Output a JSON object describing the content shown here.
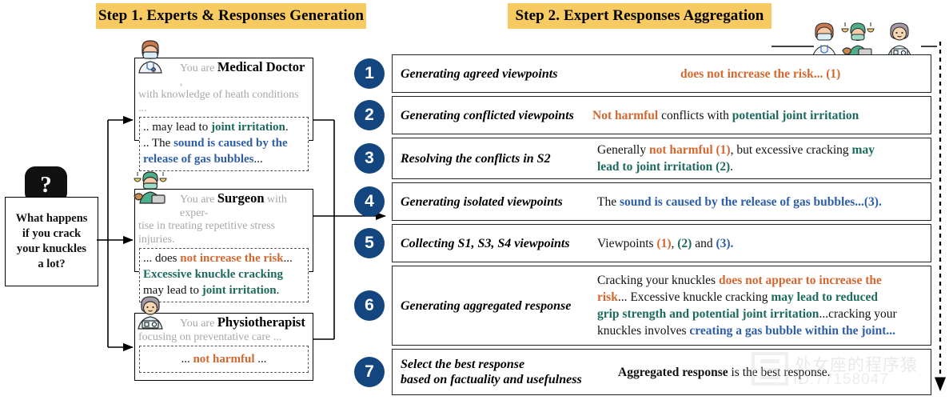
{
  "banners": {
    "step1": "Step 1. Experts & Responses Generation",
    "step2": "Step 2. Expert Responses Aggregation",
    "color": "#F7CB62"
  },
  "question": {
    "icon": "question-mark",
    "lines": [
      "What happens",
      "if you crack",
      "your knuckles",
      "a lot?"
    ],
    "text": "What happens if you crack your knuckles a lot?"
  },
  "colors": {
    "orange": "#D2682F",
    "green": "#1D6B5C",
    "blue": "#2E5EA8",
    "navy": "#13457F",
    "banner_yellow": "#F7CB62",
    "persona_gray": "#A8A8A8"
  },
  "experts": [
    {
      "avatar": "doctor-avatar",
      "persona_prefix": "You are ",
      "persona_name": "Medical Doctor",
      "persona_suffix": " ,",
      "persona_desc": "with knowledge of heath conditions ...",
      "answer_runs": [
        [
          {
            "t": ".. may lead to ",
            "c": "bk"
          },
          {
            "t": "joint irritation",
            "c": "gr"
          },
          {
            "t": ".",
            "c": "bk"
          }
        ],
        [
          {
            "t": ".. The ",
            "c": "bk"
          },
          {
            "t": "sound is caused by the",
            "c": "bl"
          }
        ],
        [
          {
            "t": "release of gas bubbles",
            "c": "bl"
          },
          {
            "t": "...",
            "c": "bk"
          }
        ]
      ]
    },
    {
      "avatar": "surgeon-avatar",
      "persona_prefix": "You are ",
      "persona_name": "Surgeon",
      "persona_suffix": " with exper-",
      "persona_desc": "tise in treating repetitive stress injuries.",
      "answer_runs": [
        [
          {
            "t": "... does ",
            "c": "bk"
          },
          {
            "t": "not increase the risk",
            "c": "or"
          },
          {
            "t": "...",
            "c": "bk"
          }
        ],
        [
          {
            "t": "Excessive knuckle cracking",
            "c": "gr"
          }
        ],
        [
          {
            "t": "may lead to ",
            "c": "bk"
          },
          {
            "t": "joint irritation",
            "c": "gr"
          },
          {
            "t": ".",
            "c": "bk"
          }
        ]
      ]
    },
    {
      "avatar": "physiotherapist-avatar",
      "persona_prefix": "You are ",
      "persona_name": "Physiotherapist",
      "persona_suffix": "",
      "persona_desc": "focusing on preventative care ...",
      "answer_runs": [
        [
          {
            "t": "... ",
            "c": "bk"
          },
          {
            "t": "not harmful",
            "c": "or"
          },
          {
            "t": " ...",
            "c": "bk"
          }
        ]
      ]
    }
  ],
  "steps": [
    {
      "num": "1",
      "label": "Generating agreed viewpoints",
      "content_runs": [
        [
          {
            "t": "does not increase the risk... (1)",
            "c": "or"
          }
        ]
      ],
      "content_indent": "110px"
    },
    {
      "num": "2",
      "label": "Generating conflicted viewpoints",
      "content_runs": [
        [
          {
            "t": "Not harmful",
            "c": "or"
          },
          {
            "t": " conflicts with ",
            "c": "bk"
          },
          {
            "t": "potential joint irritation",
            "c": "gr"
          }
        ]
      ],
      "content_indent": "0px"
    },
    {
      "num": "3",
      "label": "Resolving the conflicts in S2",
      "content_runs": [
        [
          {
            "t": "Generally ",
            "c": "bk"
          },
          {
            "t": "not harmful (1)",
            "c": "or"
          },
          {
            "t": ", but excessive cracking ",
            "c": "bk"
          },
          {
            "t": "may",
            "c": "gr"
          }
        ],
        [
          {
            "t": "lead to joint irritation (2)",
            "c": "gr"
          },
          {
            "t": ".",
            "c": "bk"
          }
        ]
      ],
      "content_indent": "6px"
    },
    {
      "num": "4",
      "label": "Generating isolated viewpoints",
      "content_runs": [
        [
          {
            "t": "The ",
            "c": "bk"
          },
          {
            "t": "sound is caused by the release of gas bubbles...(3).",
            "c": "bl"
          }
        ]
      ],
      "content_indent": "6px"
    },
    {
      "num": "5",
      "label": "Collecting S1, S3, S4 viewpoints",
      "content_runs": [
        [
          {
            "t": "Viewpoints ",
            "c": "bk"
          },
          {
            "t": "(1)",
            "c": "or"
          },
          {
            "t": ", ",
            "c": "bk"
          },
          {
            "t": "(2)",
            "c": "gr"
          },
          {
            "t": " and ",
            "c": "bk"
          },
          {
            "t": "(3).",
            "c": "bl"
          }
        ]
      ],
      "content_indent": "6px"
    },
    {
      "num": "6",
      "label": "Generating aggregated response",
      "content_runs": [
        [
          {
            "t": "Cracking your knuckles ",
            "c": "bk"
          },
          {
            "t": "does not appear to increase the",
            "c": "or"
          }
        ],
        [
          {
            "t": "risk",
            "c": "or"
          },
          {
            "t": "... Excessive knuckle cracking ",
            "c": "bk"
          },
          {
            "t": "may lead to reduced",
            "c": "gr"
          }
        ],
        [
          {
            "t": "grip strength and potential joint irritation",
            "c": "gr"
          },
          {
            "t": "...cracking your",
            "c": "bk"
          }
        ],
        [
          {
            "t": "knuckles involves ",
            "c": "bk"
          },
          {
            "t": "creating a gas bubble within the joint...",
            "c": "bl"
          }
        ]
      ],
      "content_indent": "6px"
    },
    {
      "num": "7",
      "label": "Select the best response\nbased on factuality and usefulness",
      "content_runs": [
        [
          {
            "t": "Aggregated response",
            "c": "bk bold"
          },
          {
            "t": " is the best response.",
            "c": "bk"
          }
        ]
      ],
      "content_indent": "32px"
    }
  ],
  "expert_strip": {
    "icons": [
      "doctor-avatar",
      "surgeon-avatar",
      "physiotherapist-avatar"
    ]
  },
  "watermark": {
    "line1": "处女座的程序猿",
    "line2": "ID:77158047"
  }
}
